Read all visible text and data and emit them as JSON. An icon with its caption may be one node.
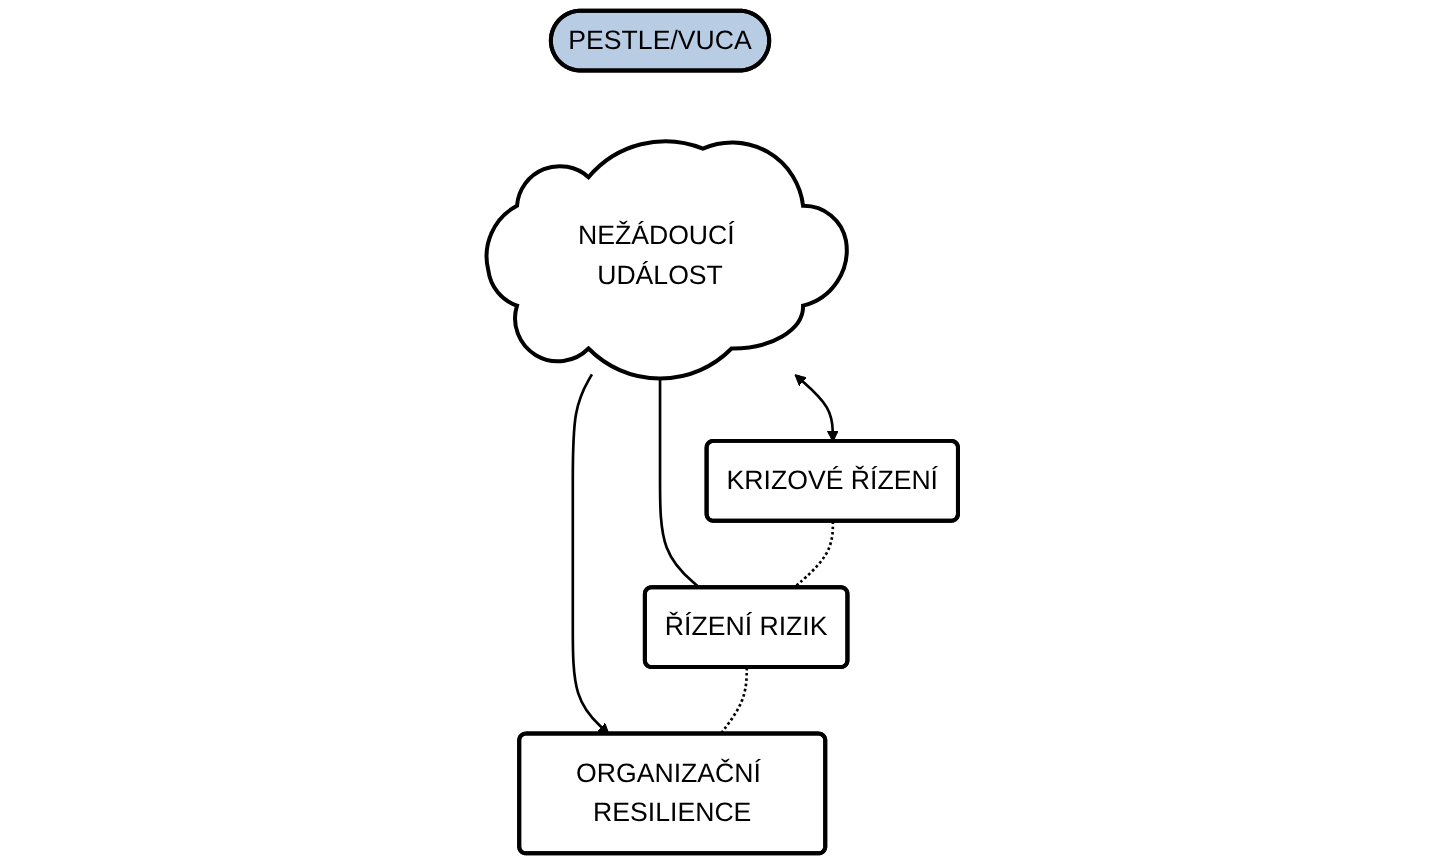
{
  "diagram": {
    "nodes": [
      {
        "text": [
          "PESTLE/VUCA"
        ]
      },
      {
        "text": [
          "NEŽÁDOUCÍ UDÁLOST"
        ]
      },
      {
        "text": [
          "KRIZOVÉ ŘÍZENÍ"
        ]
      },
      {
        "text": [
          "ŘÍZENÍ RIZIK"
        ]
      },
      {
        "text": [
          "ORGANIZAČNÍ RESILIENCE"
        ]
      }
    ],
    "edges": [
      {
        "from": 1,
        "to": 2,
        "arrow": "both"
      },
      {
        "from": 1,
        "to": 4,
        "arrow": "to"
      },
      {
        "from": 1,
        "to": 3,
        "arrow": "none"
      },
      {
        "from": 2,
        "to": 3,
        "arrow": "none",
        "style": "dashed"
      },
      {
        "from": 3,
        "to": 4,
        "arrow": "none",
        "style": "dashed"
      }
    ]
  }
}
